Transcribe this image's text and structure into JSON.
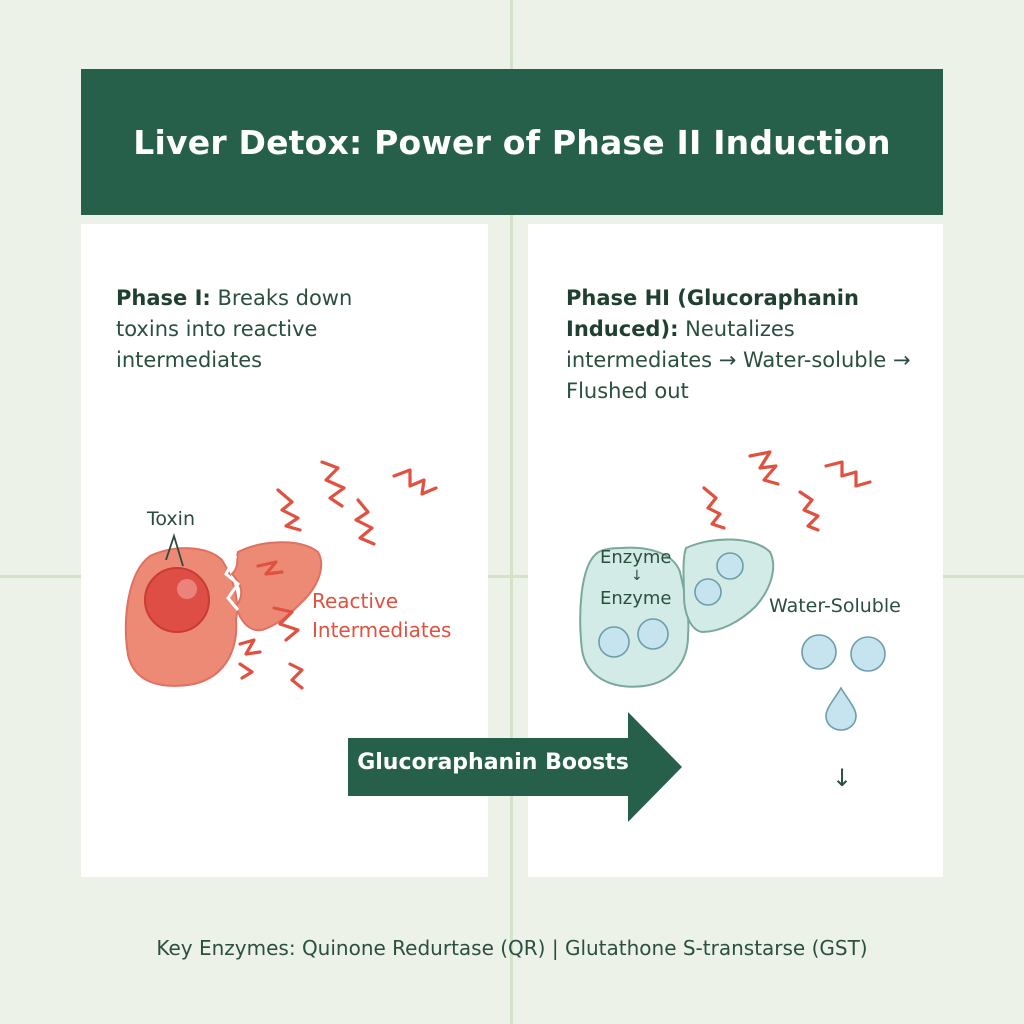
{
  "title": "Liver Detox: Power of Phase II Induction",
  "phase1": {
    "heading": "Phase I:",
    "text": "Breaks down toxins into reactive intermediates",
    "toxin_label": "Toxin",
    "reactive_label_1": "Reactive",
    "reactive_label_2": "Intermediates"
  },
  "phase2": {
    "heading": "Phase HI (Glucoraphanin Induced):",
    "text": "Neutalizes intermediates → Water-soluble → Flushed out",
    "enzyme_label_1": "Enzyme",
    "enzyme_arrow": "↓",
    "enzyme_label_2": "Enzyme",
    "water_label": "Water-Soluble",
    "down_arrow": "↓"
  },
  "arrow_label": "Glucoraphanin Boosts",
  "footer": "Key Enzymes: Quinone Redurtase (QR) | Glutathone S-transtarse (GST)",
  "colors": {
    "header_green": "#27604a",
    "reactive_red": "#e0513f",
    "liver_red": "#ec8a76",
    "enzyme_teal": "#d3ebe6"
  }
}
